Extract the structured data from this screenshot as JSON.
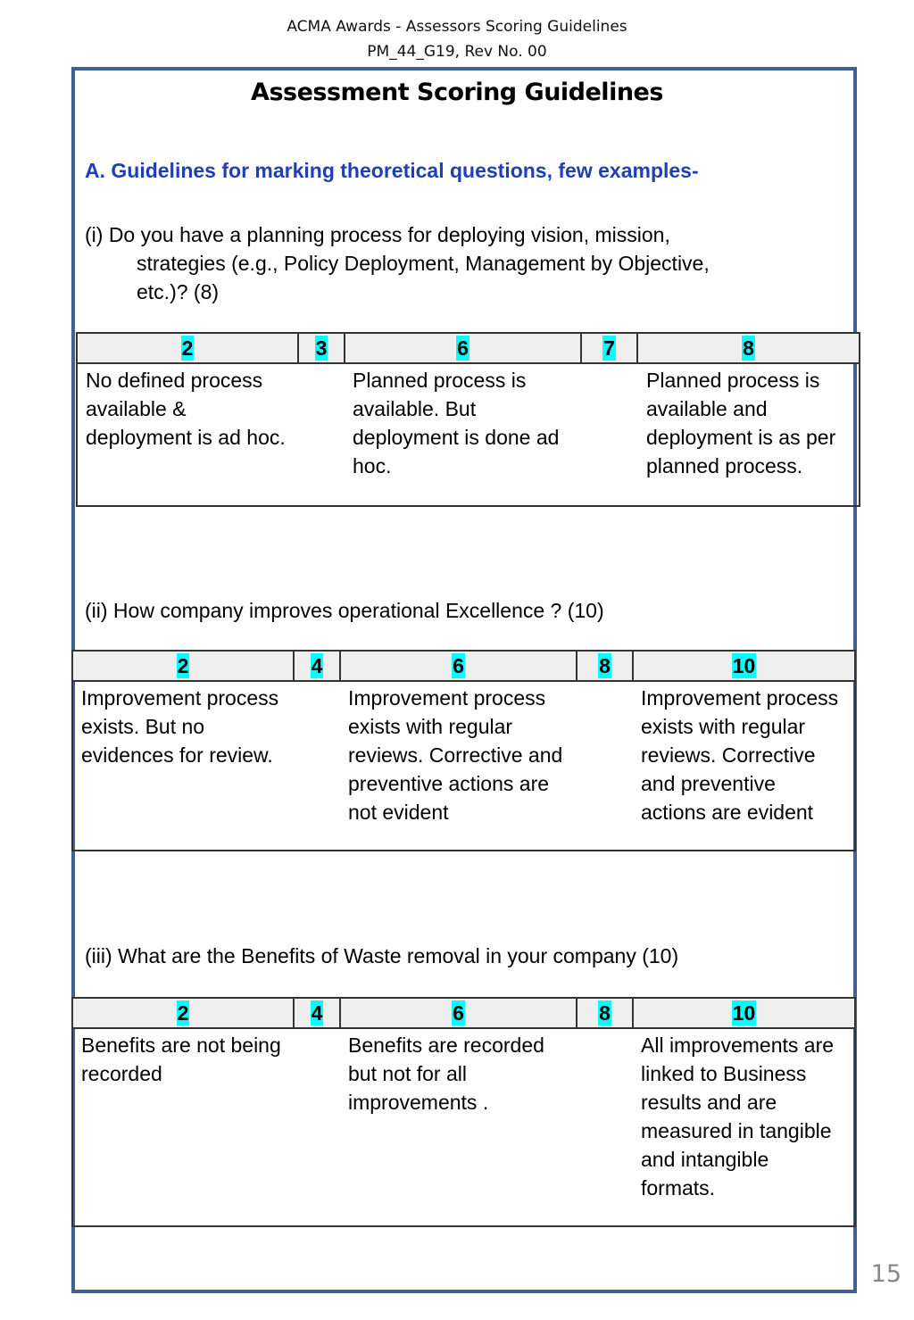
{
  "header": {
    "line1": "ACMA  Awards - Assessors Scoring Guidelines",
    "line2": "PM_44_G19, Rev No. 00"
  },
  "page_title": "Assessment Scoring Guidelines",
  "section_heading": "A. Guidelines for marking theoretical questions, few examples-",
  "questions": [
    {
      "text_line1": "(i) Do you have a planning process for deploying vision, mission,",
      "text_line2": "strategies  (e.g., Policy Deployment, Management by Objective,",
      "text_line3": "etc.)?  (8)",
      "scores": [
        "2",
        "3",
        "6",
        "7",
        "8"
      ],
      "descriptions": [
        "No defined process available & deployment is ad hoc.",
        "Planned process is available. But deployment  is done ad hoc.",
        "Planned process is available and deployment is as per planned process."
      ]
    },
    {
      "text_line1": "(ii)  How  company  improves  operational  Excellence  ?   (10)",
      "scores": [
        "2",
        "4",
        "6",
        "8",
        "10"
      ],
      "descriptions": [
        "Improvement process exists. But no evidences for review.",
        "Improvement process exists with regular reviews. Corrective and preventive actions are not evident",
        "Improvement process exists with regular reviews. Corrective and preventive actions are evident"
      ]
    },
    {
      "text_line1": "(iii) What  are  the  Benefits  of  Waste  removal  in your   company  (10)",
      "scores": [
        "2",
        "4",
        "6",
        "8",
        "10"
      ],
      "descriptions": [
        "Benefits are not being recorded",
        "Benefits  are recorded  but  not for  all improvements .",
        "All  improvements are  linked  to Business  results and  are measured  in tangible and intangible  formats."
      ]
    }
  ],
  "page_number": "15"
}
